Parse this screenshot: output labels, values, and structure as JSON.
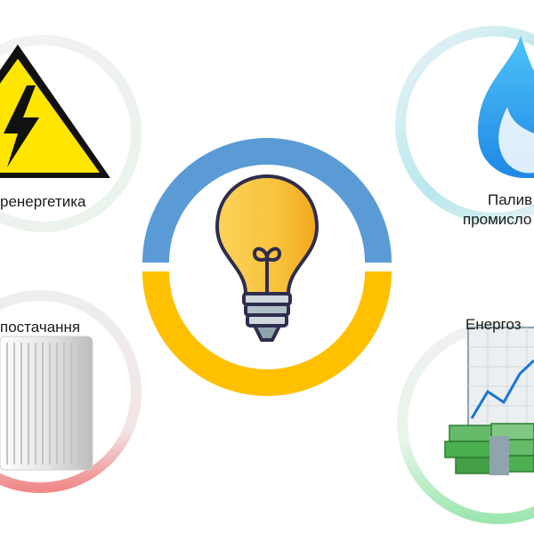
{
  "topics": [
    {
      "id": "electro",
      "label": "ренергетика",
      "icon": "high-voltage-warning-icon"
    },
    {
      "id": "fuel",
      "label_line1": "Палив",
      "label_line2": "промисло",
      "icon": "gas-flame-icon"
    },
    {
      "id": "heat",
      "label": "постачання",
      "icon": "radiator-icon"
    },
    {
      "id": "savings",
      "label": "Енергоз",
      "icon": "money-growth-chart-icon"
    }
  ],
  "center": {
    "icon": "light-bulb-icon"
  },
  "colors": {
    "ring_blue": "#5B9BD5",
    "ring_yellow": "#FFC000",
    "warning_yellow": "#FFE600",
    "flame_blue": "#29B6F6",
    "bulb_yellow": "#F9C23C",
    "money_green": "#5CB85C"
  }
}
